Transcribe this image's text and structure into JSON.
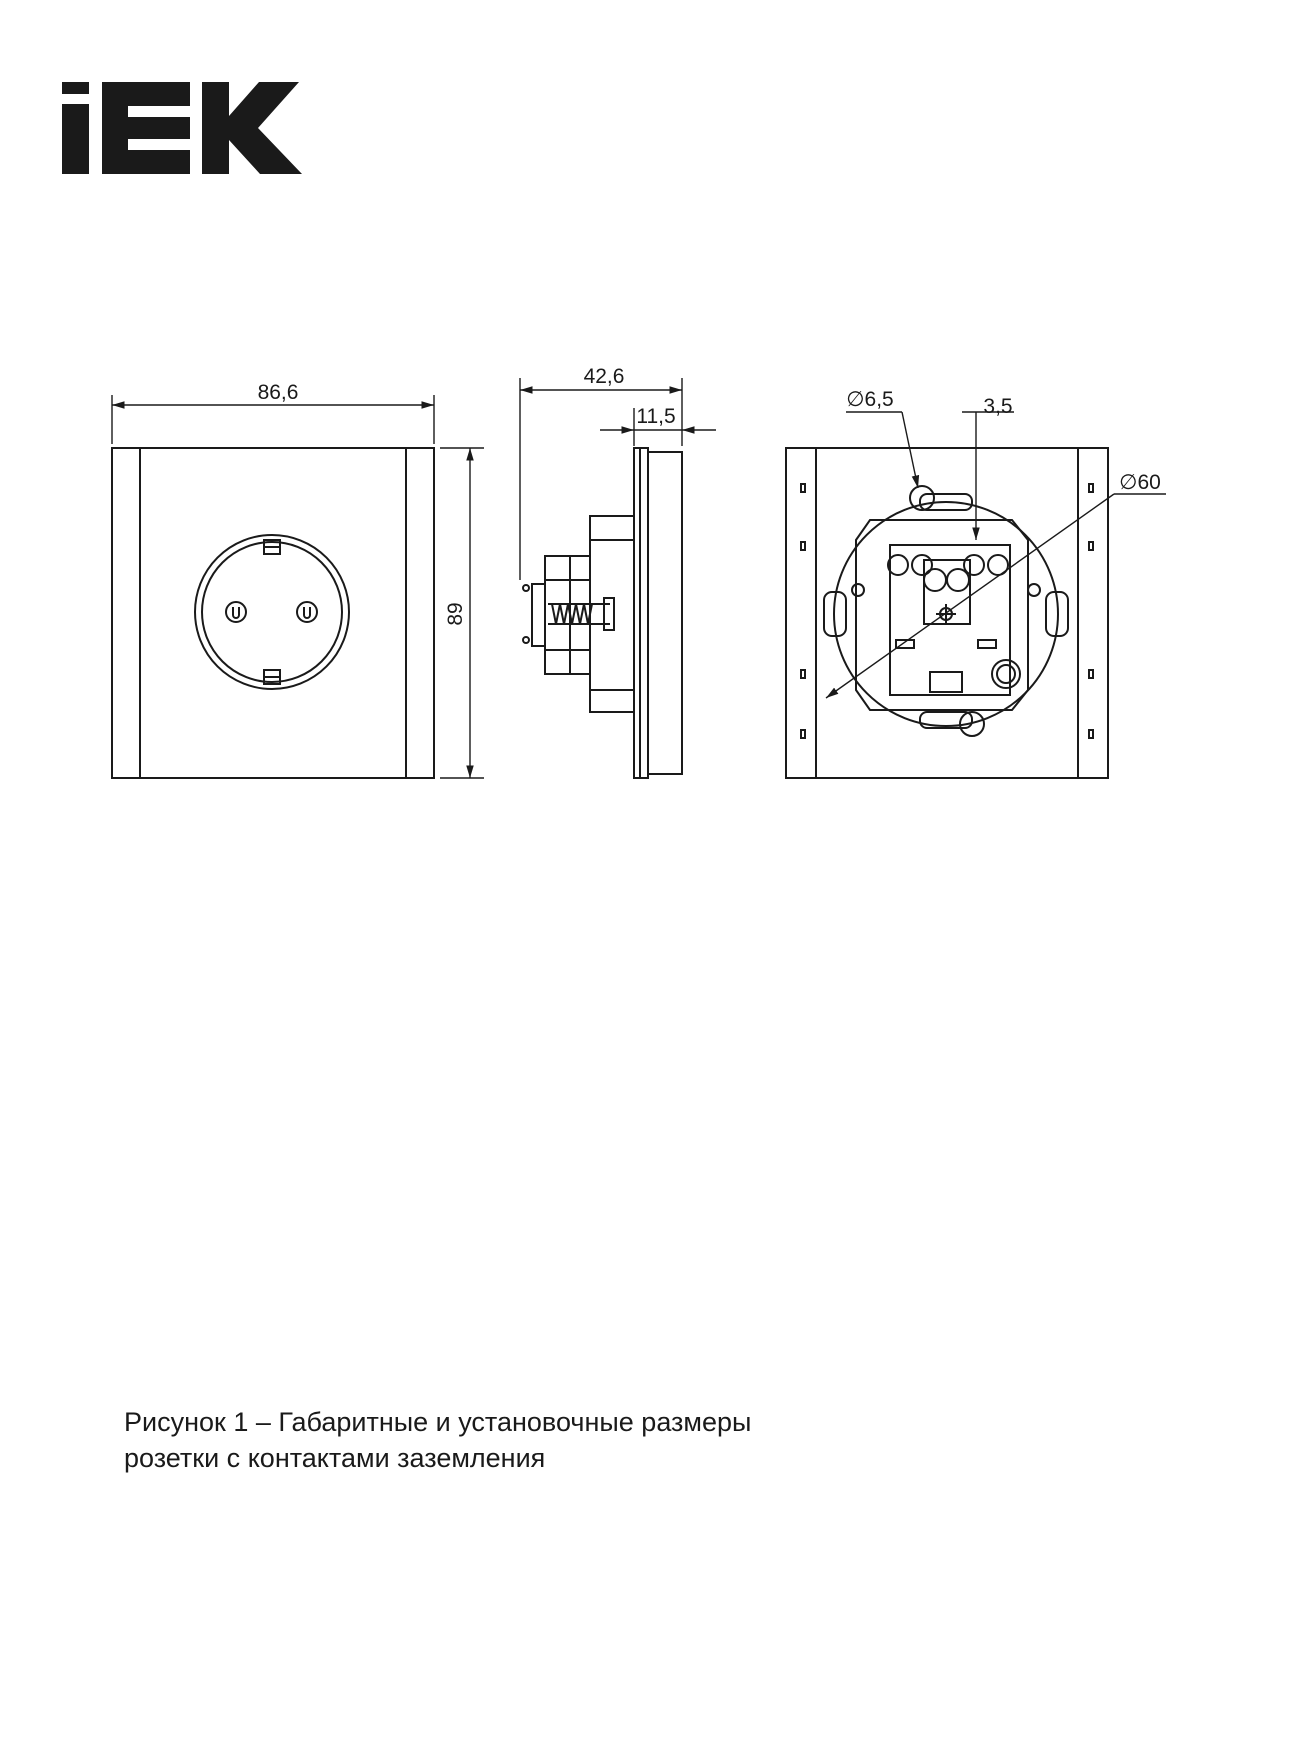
{
  "logo": {
    "text": "IEK",
    "color": "#1a1a1a"
  },
  "dimensions": {
    "front_width": "86,6",
    "front_height": "89",
    "side_depth_total": "42,6",
    "side_frame_depth": "11,5",
    "hole_diameter": "∅6,5",
    "offset": "3,5",
    "mount_diameter": "∅60"
  },
  "caption": {
    "line1": "Рисунок 1 – Габаритные и установочные размеры",
    "line2": "розетки с контактами заземления"
  },
  "colors": {
    "line": "#1a1a1a",
    "background": "#ffffff"
  }
}
